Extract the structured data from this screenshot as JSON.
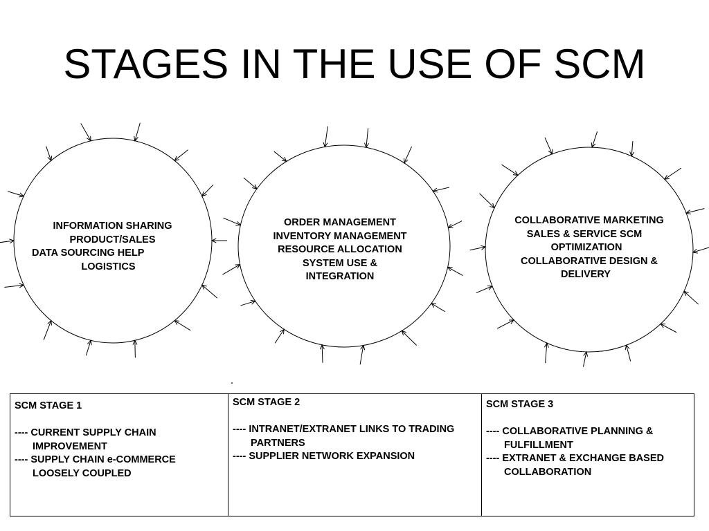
{
  "title": "STAGES IN THE USE OF SCM",
  "circles": [
    {
      "lines": [
        "INFORMATION SHARING",
        "PRODUCT/SALES",
        "DATA SOURCING HELP",
        "LOGISTICS"
      ]
    },
    {
      "lines": [
        "ORDER MANAGEMENT",
        "INVENTORY MANAGEMENT",
        "RESOURCE ALLOCATION",
        "SYSTEM USE &",
        "INTEGRATION"
      ]
    },
    {
      "lines": [
        "COLLABORATIVE MARKETING",
        "SALES & SERVICE SCM",
        "OPTIMIZATION",
        "COLLABORATIVE DESIGN &",
        "DELIVERY"
      ]
    }
  ],
  "stages": [
    {
      "heading": "SCM STAGE 1",
      "items": [
        "---- CURRENT SUPPLY CHAIN IMPROVEMENT",
        "---- SUPPLY CHAIN e-COMMERCE LOOSELY COUPLED"
      ]
    },
    {
      "heading": "SCM STAGE 2",
      "items": [
        "---- INTRANET/EXTRANET LINKS TO TRADING PARTNERS",
        "---- SUPPLIER NETWORK EXPANSION"
      ]
    },
    {
      "heading": "SCM STAGE 3",
      "items": [
        "---- COLLABORATIVE PLANNING & FULFILLMENT",
        "---- EXTRANET & EXCHANGE BASED COLLABORATION"
      ]
    }
  ]
}
